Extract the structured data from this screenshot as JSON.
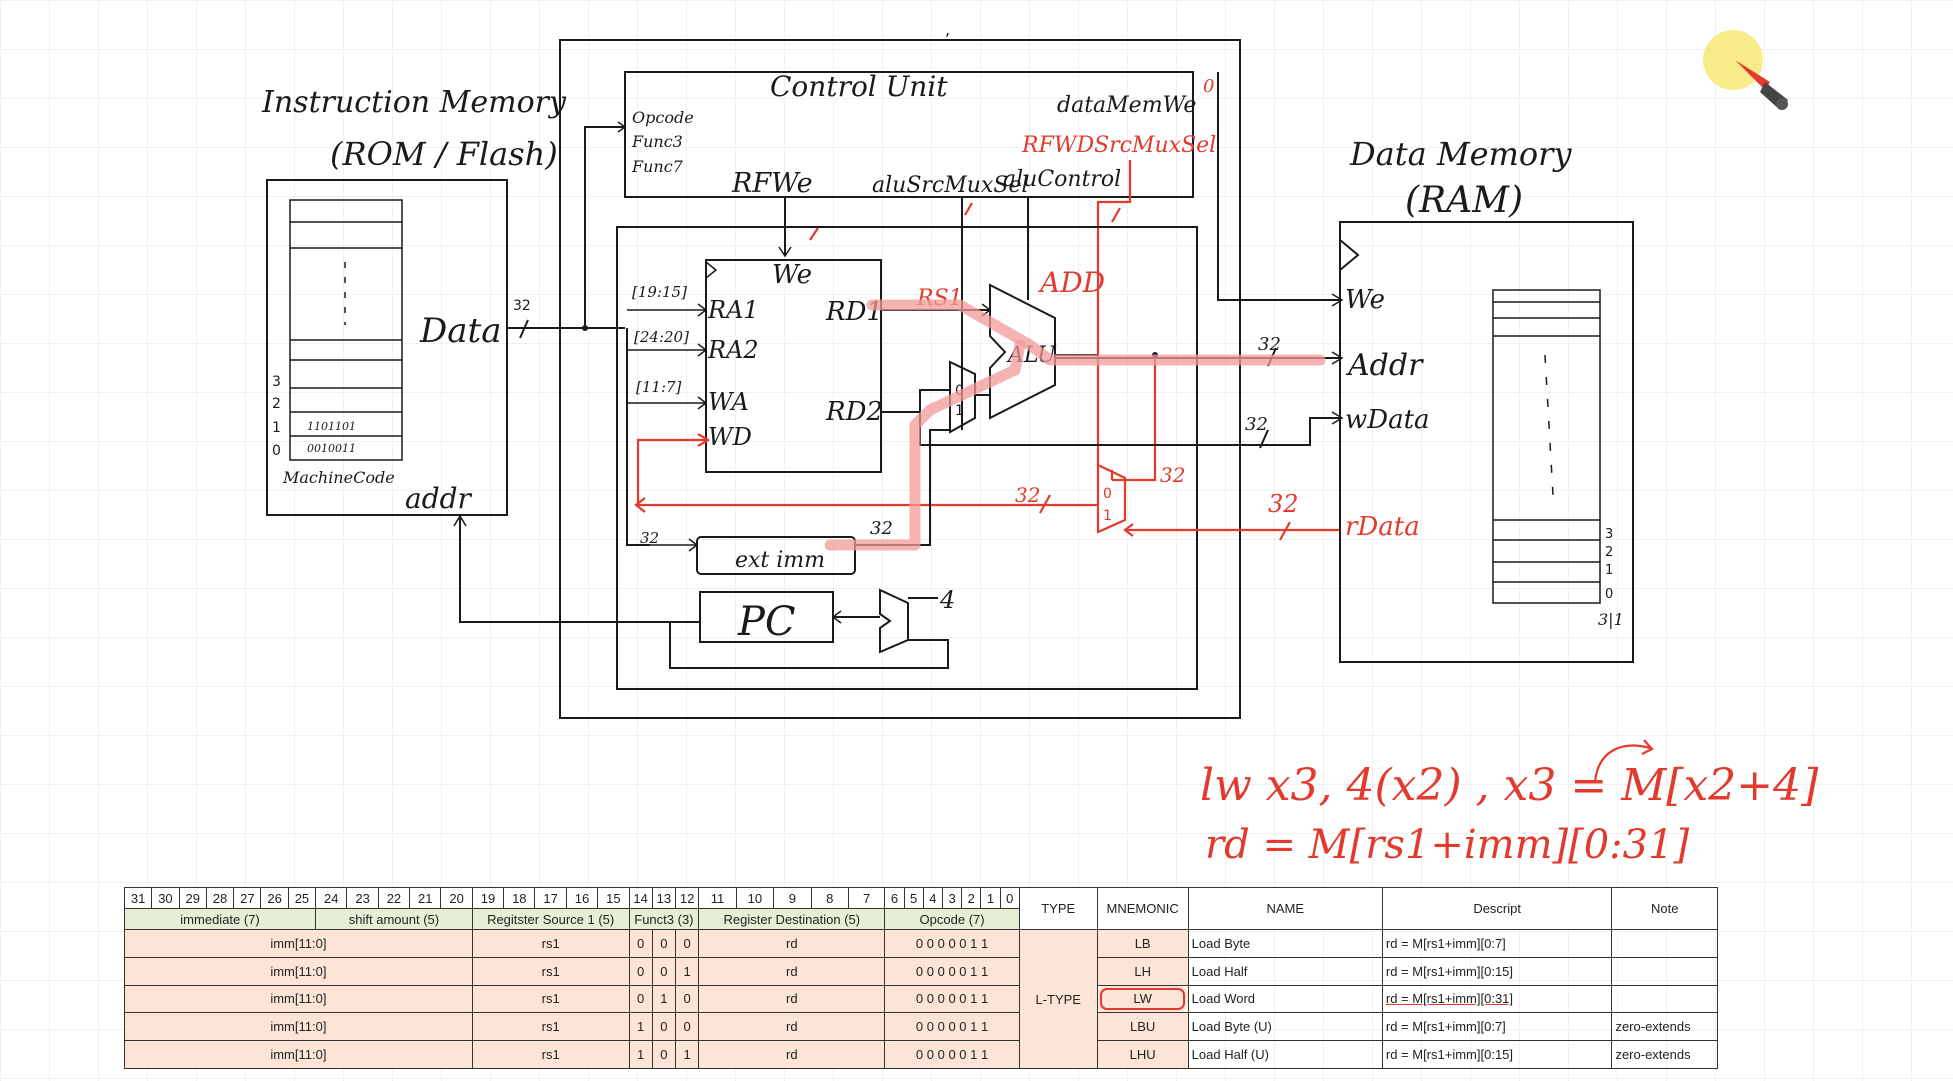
{
  "diagram": {
    "instruction_memory": {
      "title_line1": "Instruction Memory",
      "title_line2": "(ROM / Flash)",
      "data_label": "Data",
      "addr_label": "addr",
      "machinecode_label": "MachineCode",
      "row_labels": [
        "3",
        "2",
        "1",
        "0"
      ],
      "bus_width": "32"
    },
    "control_unit": {
      "title": "Control Unit",
      "inputs": [
        "Opcode",
        "Func3",
        "Func7"
      ],
      "rfwe": "RFWe",
      "alusrcmuxsel": "aluSrcMuxSel",
      "alucontrol": "aluControl",
      "datamemwe": "dataMemWe",
      "datamemwe_value": "0",
      "rfwdsrcmuxsel": "RFWDSrcMuxSel",
      "alu_op_note": "ADD"
    },
    "register_file": {
      "we": "We",
      "ports": [
        "RA1",
        "RA2",
        "WA",
        "WD"
      ],
      "outputs": [
        "RD1",
        "RD2"
      ],
      "field_ra1": "[19:15]",
      "field_ra2": "[24:20]",
      "field_wa": "[11:7]",
      "rs1_label": "RS1"
    },
    "datapath": {
      "alu_label": "ALU",
      "extend_label": "ext imm",
      "pc_label": "PC",
      "pc_increment": "4",
      "bus_width": "32"
    },
    "data_memory": {
      "title_line1": "Data Memory",
      "title_line2": "(RAM)",
      "we": "We",
      "addr": "Addr",
      "wdata": "wData",
      "rdata": "rData",
      "row_labels": [
        "3",
        "2",
        "1",
        "0"
      ],
      "bottom_label": "3|1"
    },
    "notes": {
      "line1": "lw x3, 4(x2) ,  x3 = M[x2+4]",
      "line2": "rd = M[rs1+imm][0:31]"
    }
  },
  "table": {
    "bits": [
      "31",
      "30",
      "29",
      "28",
      "27",
      "26",
      "25",
      "24",
      "23",
      "22",
      "21",
      "20",
      "19",
      "18",
      "17",
      "16",
      "15",
      "14",
      "13",
      "12",
      "11",
      "10",
      "9",
      "8",
      "7",
      "6",
      "5",
      "4",
      "3",
      "2",
      "1",
      "0"
    ],
    "fields": {
      "immediate": "immediate (7)",
      "shift_amount": "shift amount (5)",
      "rs1": "Regitster Source 1 (5)",
      "funct3": "Funct3 (3)",
      "rd": "Register Destination (5)",
      "opcode": "Opcode (7)"
    },
    "headers": {
      "type": "TYPE",
      "mnemonic": "MNEMONIC",
      "name": "NAME",
      "descript": "Descript",
      "note": "Note"
    },
    "type_value": "L-TYPE",
    "rows": [
      {
        "imm": "imm[11:0]",
        "rs1": "rs1",
        "f3a": "0",
        "f3b": "0",
        "f3c": "0",
        "rd": "rd",
        "opcode": "0 0 0 0 0 1 1",
        "mnemonic": "LB",
        "name": "Load  Byte",
        "descript": "rd = M[rs1+imm][0:7]",
        "note": ""
      },
      {
        "imm": "imm[11:0]",
        "rs1": "rs1",
        "f3a": "0",
        "f3b": "0",
        "f3c": "1",
        "rd": "rd",
        "opcode": "0 0 0 0 0 1 1",
        "mnemonic": "LH",
        "name": "Load  Half",
        "descript": "rd = M[rs1+imm][0:15]",
        "note": ""
      },
      {
        "imm": "imm[11:0]",
        "rs1": "rs1",
        "f3a": "0",
        "f3b": "1",
        "f3c": "0",
        "rd": "rd",
        "opcode": "0 0 0 0 0 1 1",
        "mnemonic": "LW",
        "name": "Load  Word",
        "descript": "rd = M[rs1+imm][0:31]",
        "note": ""
      },
      {
        "imm": "imm[11:0]",
        "rs1": "rs1",
        "f3a": "1",
        "f3b": "0",
        "f3c": "0",
        "rd": "rd",
        "opcode": "0 0 0 0 0 1 1",
        "mnemonic": "LBU",
        "name": "Load Byte (U)",
        "descript": "rd = M[rs1+imm][0:7]",
        "note": "zero-extends"
      },
      {
        "imm": "imm[11:0]",
        "rs1": "rs1",
        "f3a": "1",
        "f3b": "0",
        "f3c": "1",
        "rd": "rd",
        "opcode": "0 0 0 0 0 1 1",
        "mnemonic": "LHU",
        "name": "Load Half (U)",
        "descript": "rd = M[rs1+imm][0:15]",
        "note": "zero-extends"
      }
    ]
  },
  "colors": {
    "ink": "#1a1a1a",
    "annotation_red": "#e23a2c",
    "highlight": "#f19a98",
    "table_header_green": "#e6efd6",
    "table_row_peach": "#fce4d6",
    "cursor_yellow": "#f5e663"
  },
  "icons": [
    "pen-cursor-icon"
  ]
}
